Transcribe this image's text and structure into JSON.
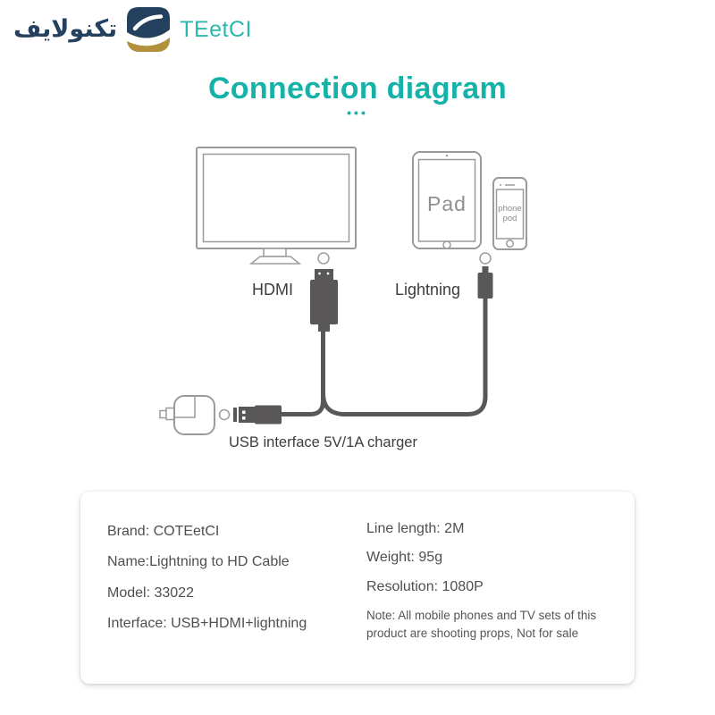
{
  "logo": {
    "arabic": "تكنولايف",
    "latin": "TEetCI"
  },
  "title": {
    "text": "Connection diagram",
    "dots": "•••"
  },
  "diagram": {
    "labels": {
      "hdmi": "HDMI",
      "lightning": "Lightning",
      "charger": "USB interface 5V/1A charger"
    },
    "device_texts": {
      "tablet": "Pad",
      "phone_line1": "phone",
      "phone_line2": "pod"
    }
  },
  "specs": {
    "left": [
      "Brand: COTEetCI",
      "Name:Lightning to HD Cable",
      "Model: 33022",
      "Interface: USB+HDMI+lightning"
    ],
    "right": [
      "Line length: 2M",
      "Weight: 95g",
      "Resolution: 1080P"
    ],
    "note": "Note: All mobile phones and TV sets of this product are shooting props, Not for sale"
  },
  "colors": {
    "accent_teal": "#14b2a7",
    "logo_navy": "#24405f",
    "logo_gold": "#b3913c",
    "connector_gray": "#595757",
    "outline_gray": "#9b9b9b"
  }
}
